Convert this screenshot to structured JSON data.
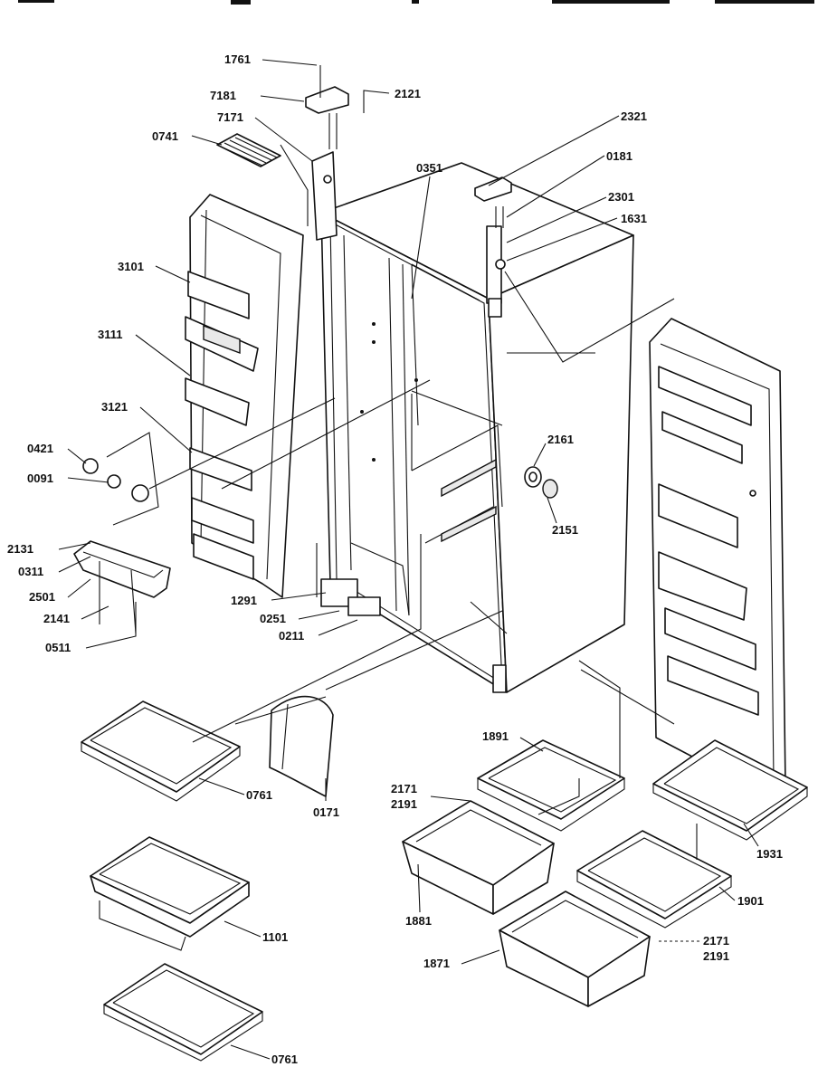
{
  "diagram": {
    "callouts": [
      "1761",
      "7181",
      "2121",
      "7171",
      "0741",
      "2321",
      "0351",
      "0181",
      "2301",
      "1631",
      "3101",
      "3111",
      "3121",
      "0421",
      "0091",
      "2161",
      "2151",
      "2131",
      "0311",
      "2501",
      "2141",
      "1291",
      "0251",
      "0211",
      "0511",
      "1891",
      "0761",
      "0171",
      "2171",
      "2191",
      "1931",
      "1881",
      "1901",
      "1101",
      "1871",
      "2171",
      "2191",
      "0761"
    ]
  }
}
